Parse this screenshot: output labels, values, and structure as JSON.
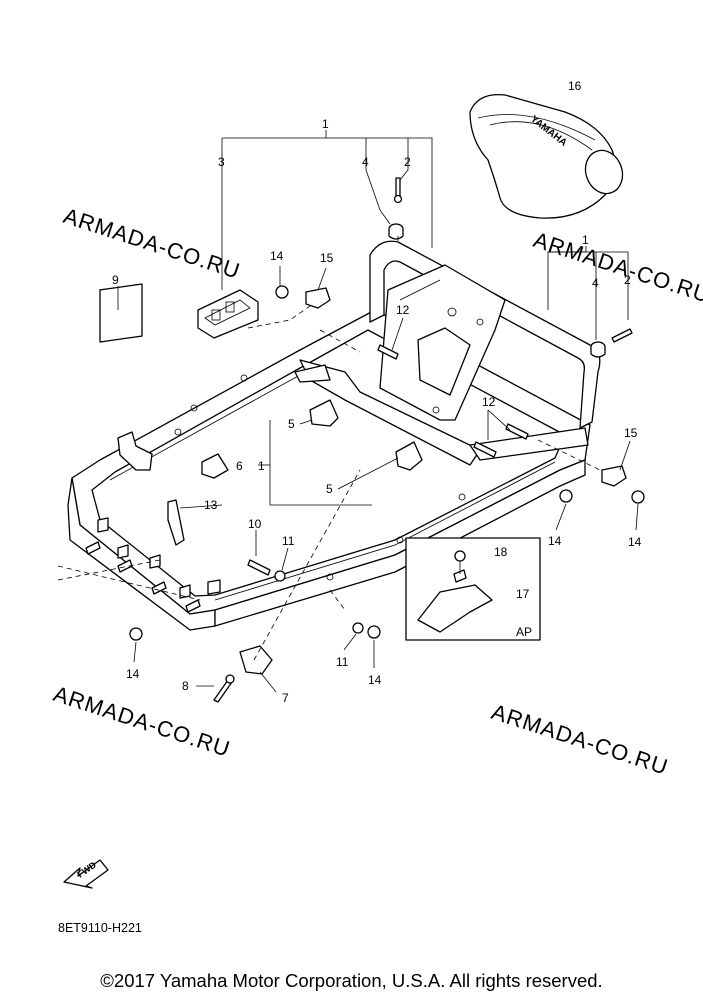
{
  "watermark": "ARMADA-CO.RU",
  "callouts": {
    "c1a": "1",
    "c1b": "1",
    "c1c": "1",
    "c2a": "2",
    "c2b": "2",
    "c3": "3",
    "c4a": "4",
    "c4b": "4",
    "c5a": "5",
    "c5b": "5",
    "c6": "6",
    "c7": "7",
    "c8": "8",
    "c9": "9",
    "c10": "10",
    "c11a": "11",
    "c11b": "11",
    "c12a": "12",
    "c12b": "12",
    "c13": "13",
    "c14a": "14",
    "c14b": "14",
    "c14c": "14",
    "c14d": "14",
    "c14e": "14",
    "c15a": "15",
    "c15b": "15",
    "c16": "16",
    "c17": "17",
    "c18": "18"
  },
  "inset_label": "AP",
  "logo_text": "YAMAHA",
  "fwd_label": "FWD",
  "diagram_code": "8ET9110-H221",
  "copyright": "©2017 Yamaha Motor Corporation, U.S.A. All rights reserved."
}
